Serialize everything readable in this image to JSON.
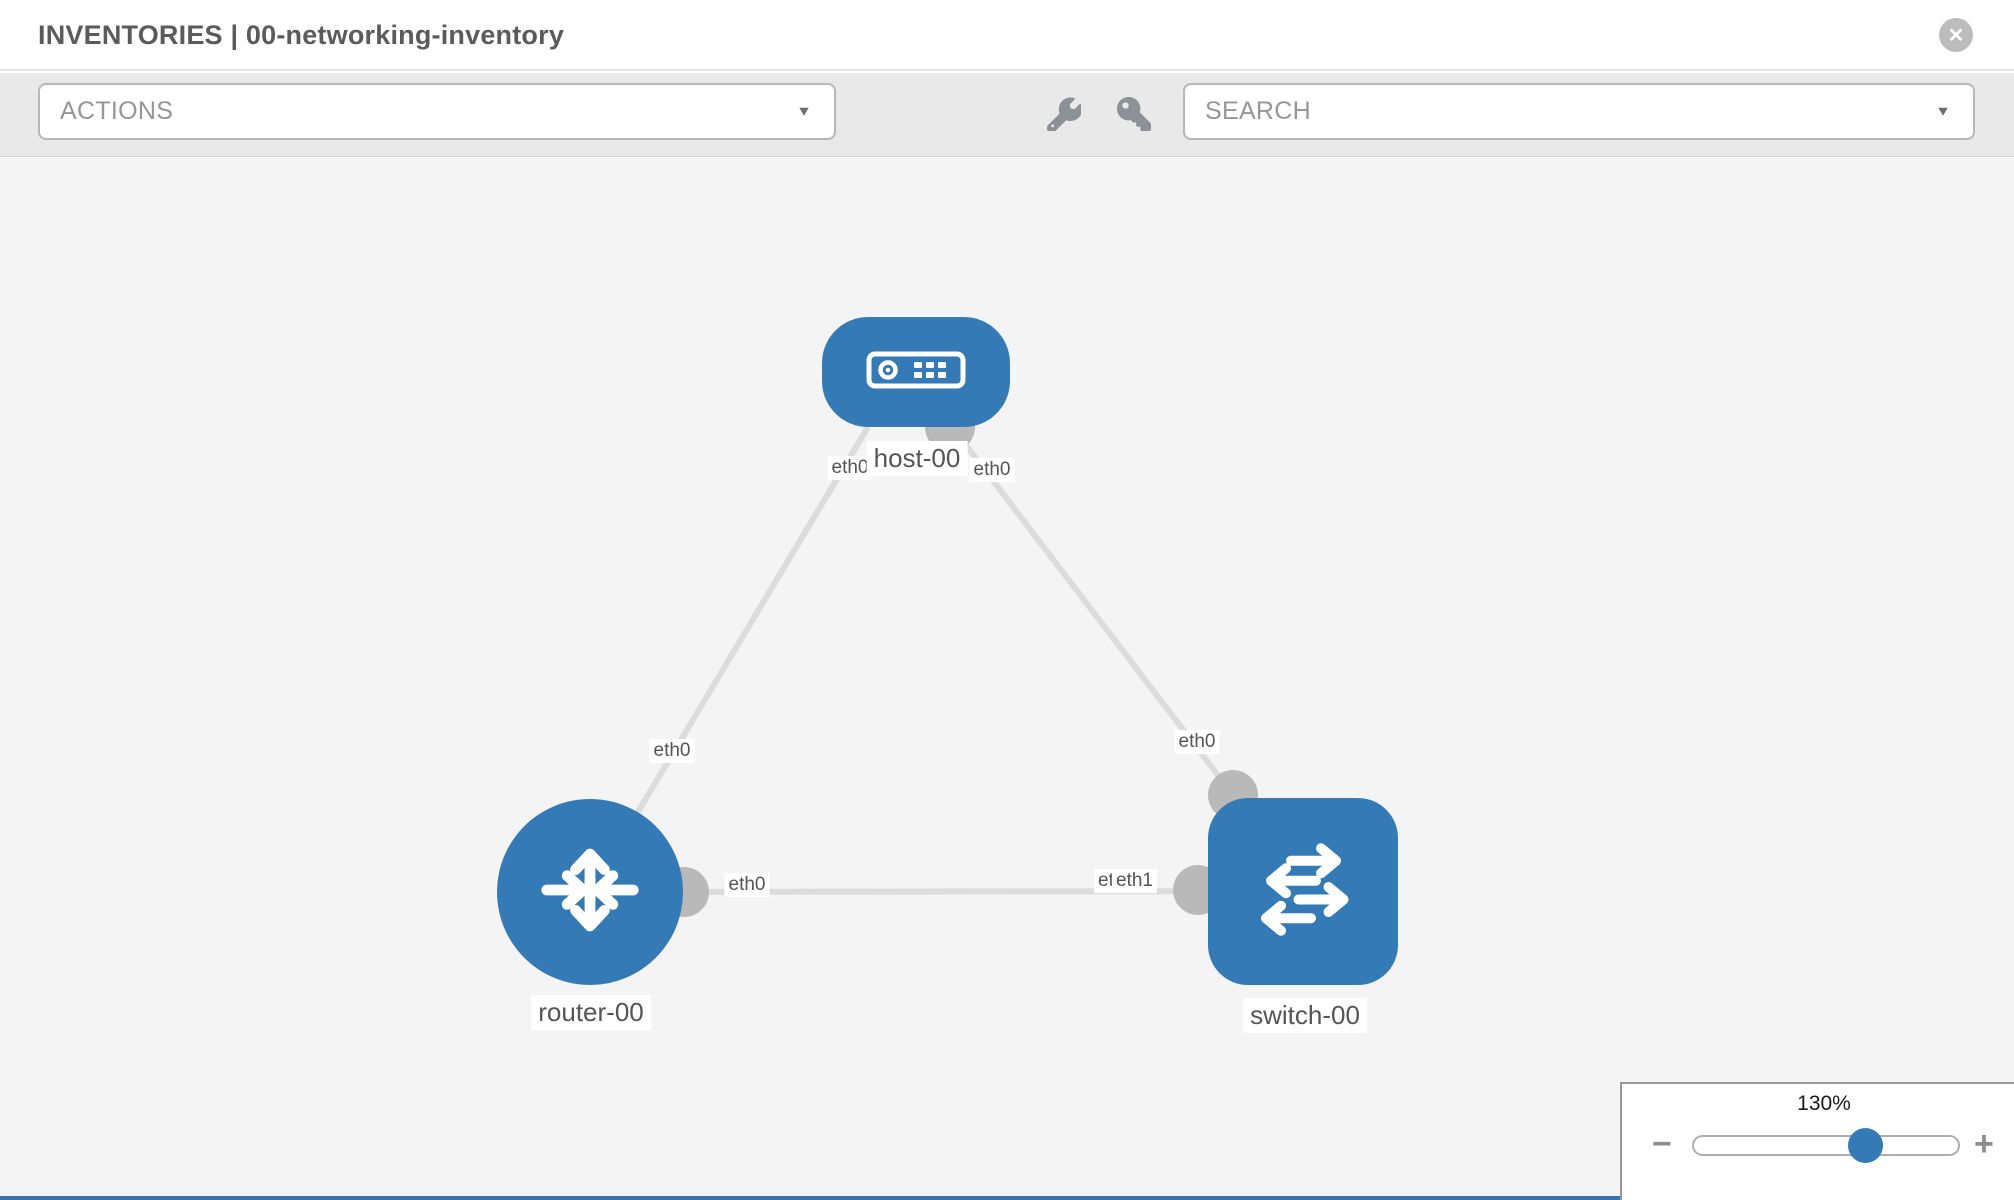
{
  "header": {
    "title": "INVENTORIES | 00-networking-inventory",
    "close_icon": "✕"
  },
  "toolbar": {
    "actions_label": "ACTIONS",
    "search_label": "SEARCH",
    "caret_icon": "▼",
    "icons": [
      "wrench-icon",
      "key-icon"
    ]
  },
  "topology": {
    "nodes": [
      {
        "name": "host-00",
        "type": "host"
      },
      {
        "name": "router-00",
        "type": "router"
      },
      {
        "name": "switch-00",
        "type": "switch"
      }
    ],
    "links": [
      {
        "from": "router-00",
        "from_port": "eth0",
        "to": "host-00",
        "to_port": "eth0"
      },
      {
        "from": "switch-00",
        "from_port": "eth0",
        "to": "host-00",
        "to_port": "eth0"
      },
      {
        "from": "router-00",
        "from_port": "eth0",
        "to": "switch-00",
        "to_port_labels": [
          "eth0",
          "eth1"
        ]
      }
    ]
  },
  "zoom_control": {
    "value": "130%",
    "minus_icon": "−",
    "plus_icon": "+",
    "slider_percent": 65
  },
  "colors": {
    "node_blue": "#337ab7",
    "link_gray": "#dcdcdc",
    "port_gray": "#b9b9b9",
    "canvas_bg": "#f4f4f4",
    "toolbar_bg": "#e9e9e9"
  }
}
